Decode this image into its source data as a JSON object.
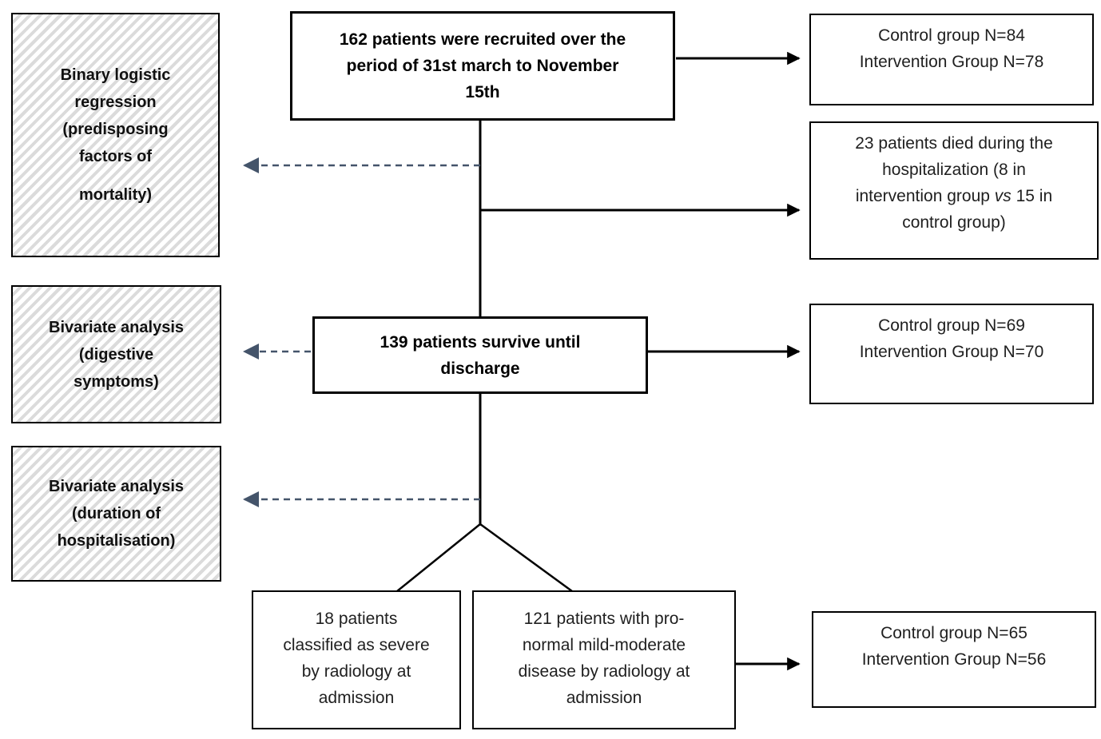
{
  "colors": {
    "solid_line": "#000000",
    "dashed_arrow": "#44546A",
    "hatch_stripe": "#DBDBDB",
    "box_border": "#000000",
    "box_background": "#FFFFFF"
  },
  "left_annotations": {
    "binary_logistic": {
      "lines": [
        "Binary logistic",
        "regression",
        "(predisposing",
        "factors of"
      ],
      "last_line": "mortality)"
    },
    "bivariate_digestive": {
      "lines": [
        "Bivariate analysis",
        "(digestive",
        "symptoms)"
      ]
    },
    "bivariate_duration": {
      "lines": [
        "Bivariate analysis",
        "(duration of",
        "hospitalisation)"
      ]
    }
  },
  "flow": {
    "recruited": {
      "lines": [
        "162 patients were recruited over the",
        "period of 31st march to November",
        "15th"
      ]
    },
    "survived": {
      "lines": [
        "139 patients survive until",
        "discharge"
      ]
    },
    "severe": {
      "lines": [
        "18 patients",
        "classified as severe",
        "by radiology at",
        "admission"
      ]
    },
    "mild_moderate": {
      "lines": [
        "121 patients with pro-",
        "normal mild-moderate",
        "disease by radiology at",
        "admission"
      ]
    }
  },
  "right_outcomes": {
    "groups_initial": {
      "lines": [
        "Control group N=84",
        "Intervention Group N=78"
      ]
    },
    "deaths": {
      "line1": "23 patients died during the",
      "line2": "hospitalization (8 in",
      "line3_pre": "intervention group ",
      "line3_vs": "vs",
      "line3_post": " 15 in",
      "line4": "control group)"
    },
    "groups_discharge": {
      "lines": [
        "Control group N=69",
        "Intervention Group N=70"
      ]
    },
    "groups_radiology": {
      "lines": [
        "Control group N=65",
        "Intervention Group N=56"
      ]
    }
  }
}
